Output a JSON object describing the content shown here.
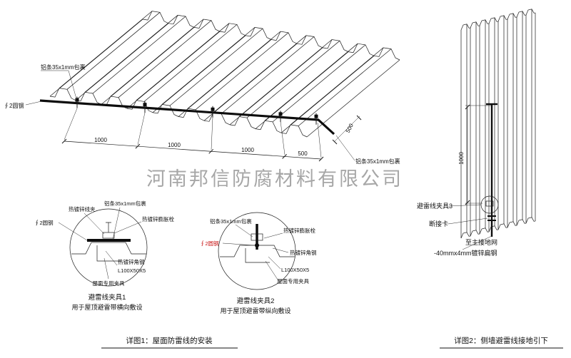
{
  "watermark": "河南邦信防腐材料有限公司",
  "detail1": {
    "caption": "详图1：屋面防雷线的安装",
    "roof": {
      "label_al_top": "铝条35x1mm包裹",
      "label_al_right": "铝条35x1mm包裹",
      "label_round_steel": "∮2圆钢",
      "dims": [
        "1000",
        "1000",
        "1000",
        "500"
      ],
      "dim_right": "500"
    },
    "clamp1": {
      "title": "避雷线夹具1",
      "subtitle": "用于屋顶避雷带横向敷设",
      "label_wire_clip": "热镀锌线夹",
      "label_al": "铝条35x1mm包裹",
      "label_bolt": "热镀锌膨胀栓",
      "label_round_steel": "∮2圆钢",
      "label_angle": "热镀锌角钢",
      "label_angle_size": "L100X50X5",
      "label_fixture": "屋面专用夹具"
    },
    "clamp2": {
      "title": "避雷线夹具2",
      "subtitle": "用于屋顶避雷带纵向敷设",
      "label_al": "铝条35x1mm包裹",
      "label_bolt": "热镀锌膨胀栓",
      "label_round_steel": "∮2圆钢",
      "label_angle": "热镀锌角钢",
      "label_angle_size": "L100X50X5",
      "label_fixture": "屋面专用夹具"
    }
  },
  "detail2": {
    "caption": "详图2：侧墙避雷线接地引下",
    "dim_height": "1000",
    "label_clamp3": "避雷线夹具3",
    "label_disconnect": "断接卡",
    "label_to_ground": "至主接地网",
    "label_flat_steel": "-40mmx4mm镀锌扁钢"
  },
  "colors": {
    "line": "#1c1c1c",
    "red": "#c81414",
    "watermark": "#9b9b9b"
  }
}
